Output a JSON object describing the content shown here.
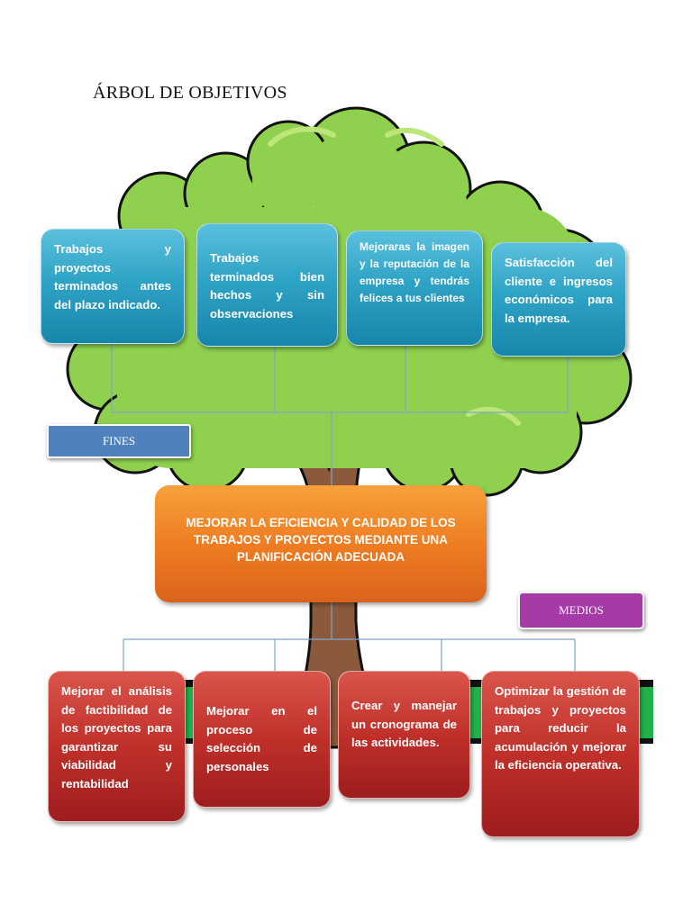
{
  "title": "ÁRBOL DE OBJETIVOS",
  "fines_label": "FINES",
  "medios_label": "MEDIOS",
  "central_objective": "MEJORAR LA EFICIENCIA Y CALIDAD DE LOS TRABAJOS Y PROYECTOS MEDIANTE UNA PLANIFICACIÓN ADECUADA",
  "fines": [
    "Trabajos y proyectos terminados antes del plazo indicado.",
    "Trabajos terminados bien hechos y sin observaciones",
    "Mejoraras la imagen y la reputación de la empresa y tendrás felices a tus clientes",
    "Satisfacción del cliente e ingresos económicos para la empresa."
  ],
  "medios": [
    "Mejorar el análisis de factibilidad de los proyectos para garantizar su viabilidad y rentabilidad",
    "Mejorar en el proceso de selección de personales",
    "Crear y manejar un cronograma de las actividades.",
    "Optimizar la gestión de trabajos y proyectos para reducir la acumulación y mejorar la eficiencia operativa."
  ],
  "colors": {
    "fines_box": "#2fa3c6",
    "medios_box": "#c0302a",
    "central_box": "#ee7d22",
    "fines_tag": "#4f81bd",
    "medios_tag": "#a63ba8",
    "foliage": "#8fd14f",
    "trunk": "#8b5a3c"
  }
}
